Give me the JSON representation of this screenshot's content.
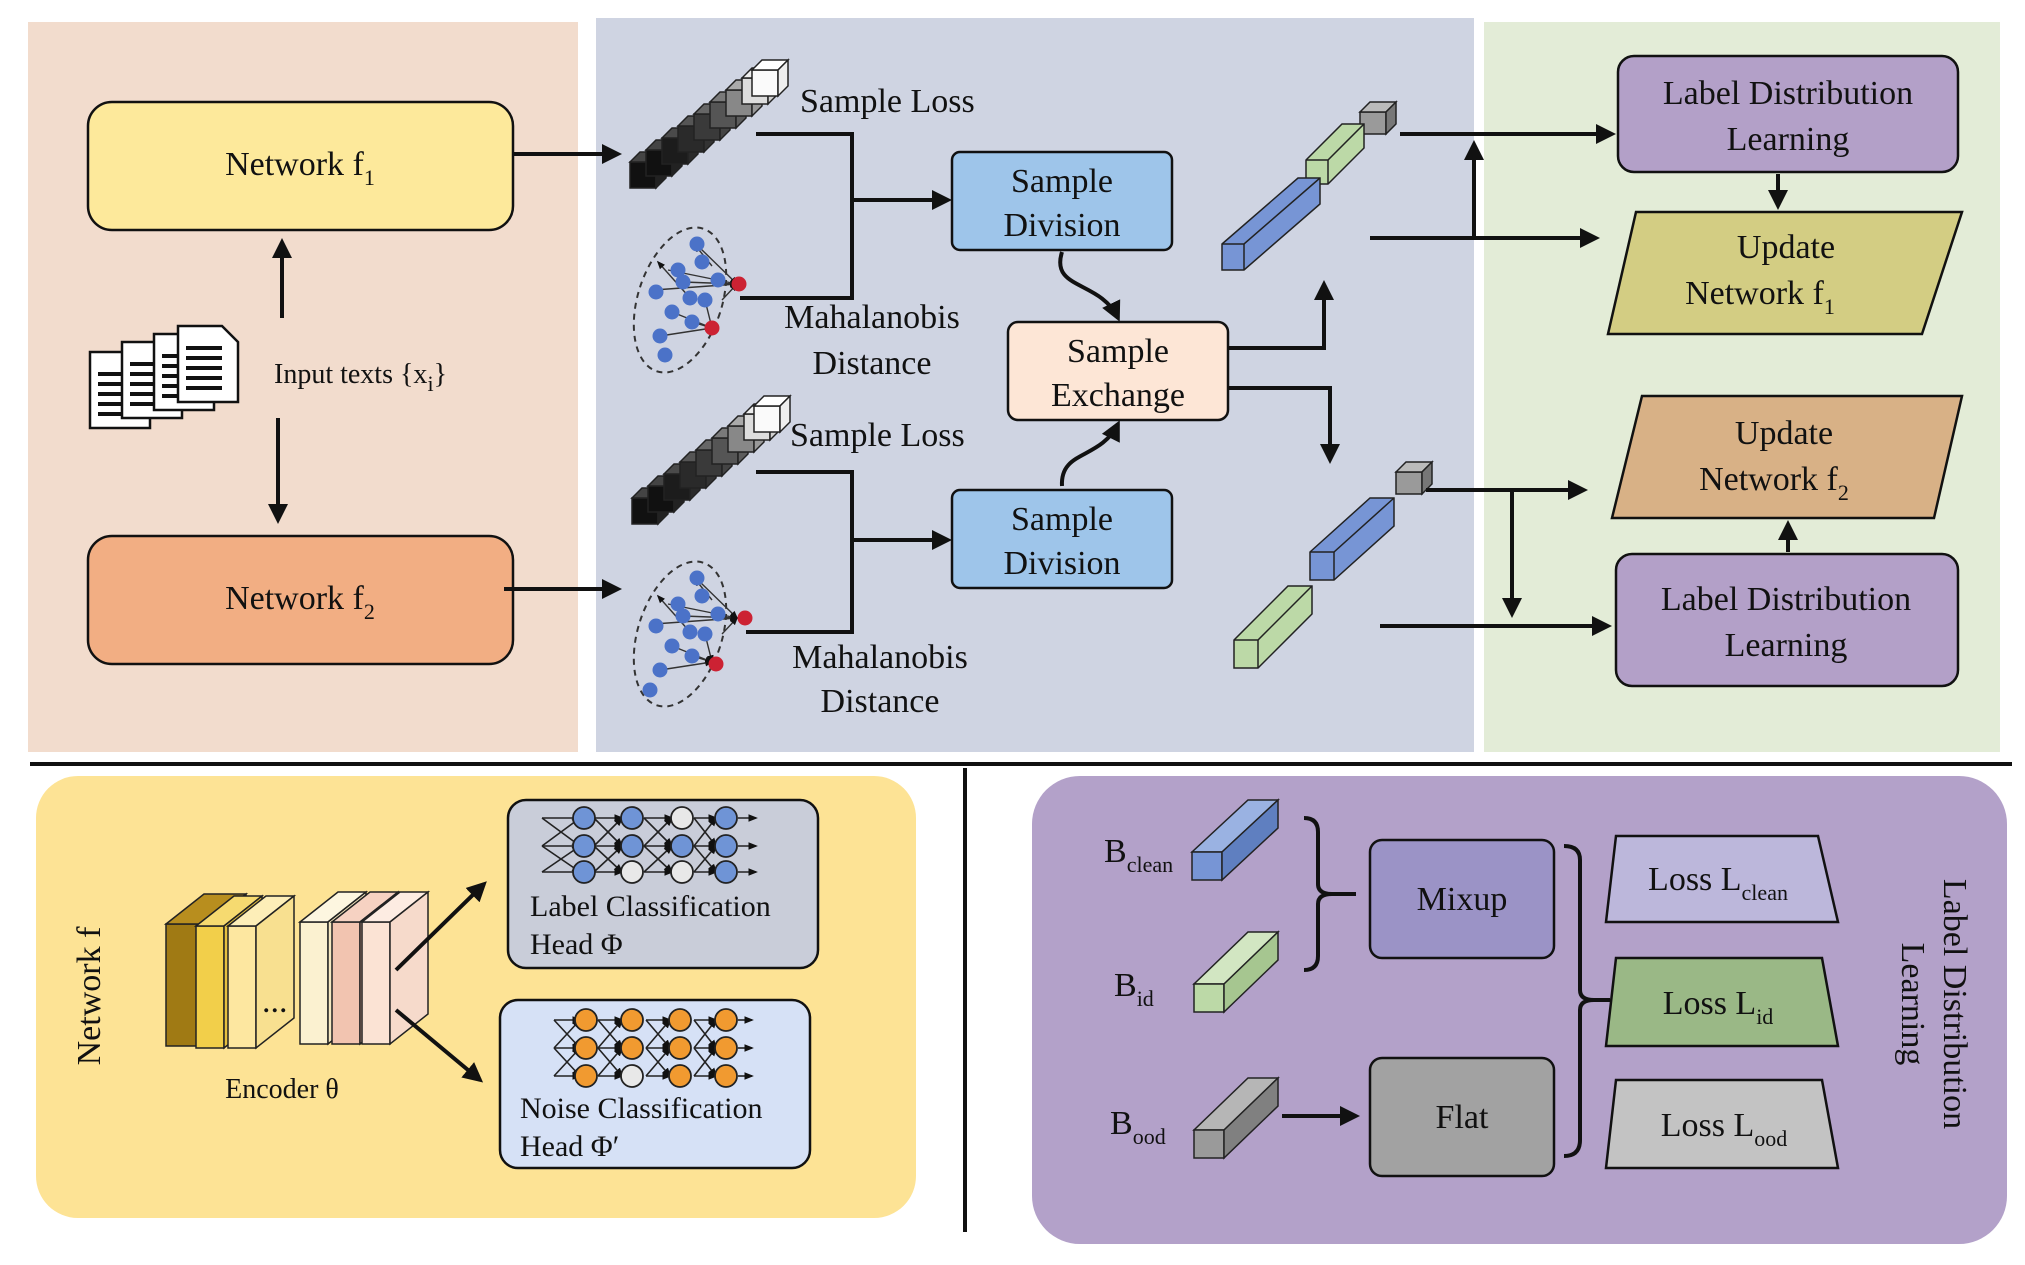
{
  "top": {
    "network1": {
      "label": "Network f",
      "sub": "1"
    },
    "network2": {
      "label": "Network f",
      "sub": "2"
    },
    "input_texts": {
      "label": "Input texts {x",
      "sub": "i",
      "close": "}"
    },
    "sample_loss_1": "Sample Loss",
    "sample_loss_2": "Sample Loss",
    "mahal_1": [
      "Mahalanobis",
      "Distance"
    ],
    "mahal_2": [
      "Mahalanobis",
      "Distance"
    ],
    "division_1": [
      "Sample",
      "Division"
    ],
    "division_2": [
      "Sample",
      "Division"
    ],
    "exchange": [
      "Sample",
      "Exchange"
    ],
    "ldl_1": [
      "Label Distribution",
      "Learning"
    ],
    "ldl_2": [
      "Label Distribution",
      "Learning"
    ],
    "update_1": {
      "line1": "Update",
      "line2": "Network  f",
      "sub": "1"
    },
    "update_2": {
      "line1": "Update",
      "line2": "Network f",
      "sub": "2"
    }
  },
  "bottom_left": {
    "title": "Network f",
    "encoder": "Encoder θ",
    "ellipsis": "...",
    "label_head": [
      "Label Classification",
      "Head Φ"
    ],
    "noise_head": [
      "Noise Classification",
      "Head Φ′"
    ]
  },
  "bottom_right": {
    "title": [
      "Label Distribution",
      "Learning"
    ],
    "b_clean": {
      "label": "B",
      "sub": "clean"
    },
    "b_id": {
      "label": "B",
      "sub": "id"
    },
    "b_ood": {
      "label": "B",
      "sub": "ood"
    },
    "mixup": "Mixup",
    "flat": "Flat",
    "loss_clean": {
      "label": "Loss L",
      "sub": "clean"
    },
    "loss_id": {
      "label": "Loss L",
      "sub": "id"
    },
    "loss_ood": {
      "label": "Loss L",
      "sub": "ood"
    }
  },
  "colors": {
    "panel_left": "#f2dccd",
    "panel_mid": "#cfd4e2",
    "panel_right": "#e3ecd7",
    "panel_bottom_left": "#fde395",
    "panel_bottom_right": "#b3a1c9",
    "network1_fill": "#fde99b",
    "network2_fill": "#f2ae83",
    "division_fill": "#9ec5ea",
    "exchange_fill": "#fde6d6",
    "ldl_fill": "#b3a0c8",
    "update1_fill": "#d3cd83",
    "update2_fill": "#d8b186",
    "label_head_fill": "#c9cdd9",
    "noise_head_fill": "#d6e1f6",
    "mixup_fill": "#9b93c6",
    "flat_fill": "#a2a2a2",
    "loss_clean_fill": "#bcb7db",
    "loss_id_fill": "#9ab886",
    "loss_ood_fill": "#c3c3c3",
    "dot_blue": "#4b72c8",
    "dot_red": "#cc2233",
    "dot_orange": "#f19a30",
    "cube_blue": "#7795d5",
    "cube_green": "#bcd9a7",
    "cube_gray": "#9a9a9a"
  }
}
